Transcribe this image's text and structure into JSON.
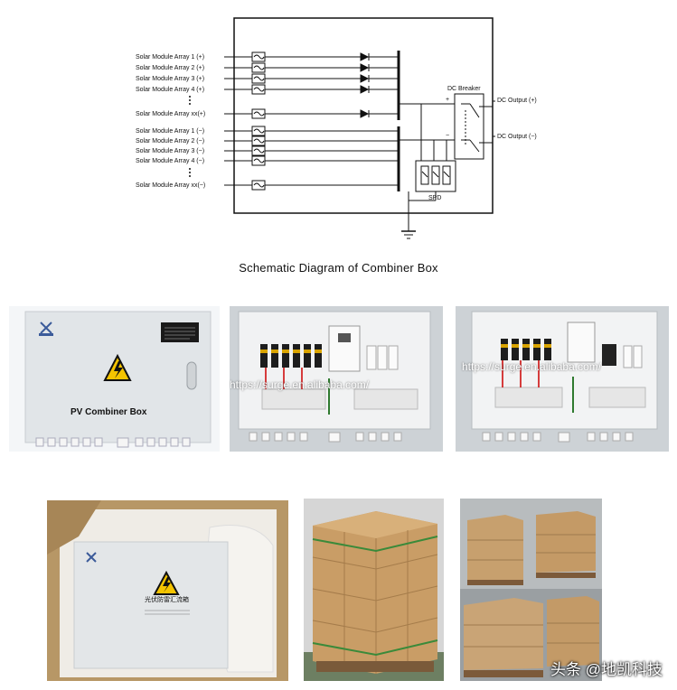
{
  "schematic": {
    "inputs_pos": [
      "Solar Module Array 1 (+)",
      "Solar Module Array 2 (+)",
      "Solar Module Array 3 (+)",
      "Solar Module Array 4 (+)"
    ],
    "input_pos_last": "Solar Module Array xx(+)",
    "inputs_neg": [
      "Solar Module Array 1 (−)",
      "Solar Module Array 2 (−)",
      "Solar Module Array 3 (−)",
      "Solar Module Array 4 (−)"
    ],
    "input_neg_last": "Solar Module Array xx(−)",
    "dc_breaker": "DC Breaker",
    "output_pos": "DC Output (+)",
    "output_neg": "DC Output (−)",
    "spd": "SPD",
    "plus": "+",
    "minus": "−"
  },
  "caption": "Schematic Diagram of Combiner  Box",
  "photos": {
    "box_label": "PV Combiner Box",
    "url_1": "https://surge.en.alibaba.com/",
    "url_2": "https://surge.en.alibaba.com/",
    "box_label_cn": "光伏防雷汇流箱"
  },
  "watermark": "头条 @地凯科技"
}
